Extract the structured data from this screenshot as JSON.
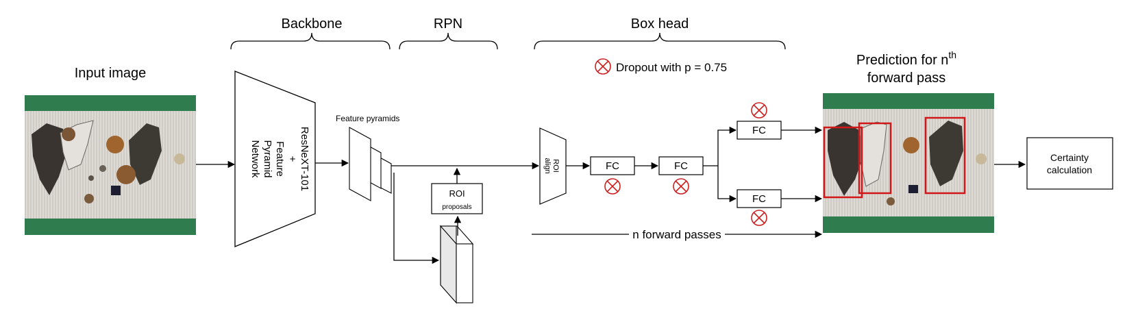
{
  "sections": {
    "backbone": "Backbone",
    "rpn": "RPN",
    "box_head": "Box head"
  },
  "input_image": {
    "title": "Input image"
  },
  "backbone_block": {
    "line1": "ResNeXT-101",
    "line2": "+",
    "line3": "Feature",
    "line4": "Pyramid",
    "line5": "Network"
  },
  "feature_pyramids": "Feature pyramids",
  "roi_proposals": {
    "line1": "ROI",
    "line2": "proposals"
  },
  "roi_align": {
    "line1": "ROI",
    "line2": "align"
  },
  "fc_label": "FC",
  "legend": {
    "icon": "dropout-circle-x-icon",
    "text": "Dropout with p = 0.75"
  },
  "prediction": {
    "title_main": "Prediction for n",
    "title_sup": "th",
    "title_line2": "forward pass"
  },
  "forward_passes": "n forward passes",
  "certainty": {
    "line1": "Certainty",
    "line2": "calculation"
  },
  "colors": {
    "dropout": "#cc1f1f",
    "belt_green": "#2f7d4e",
    "belt_surface": "#d9d6d2",
    "bbox": "#d01818",
    "block_fill": "#e8e8e8"
  }
}
